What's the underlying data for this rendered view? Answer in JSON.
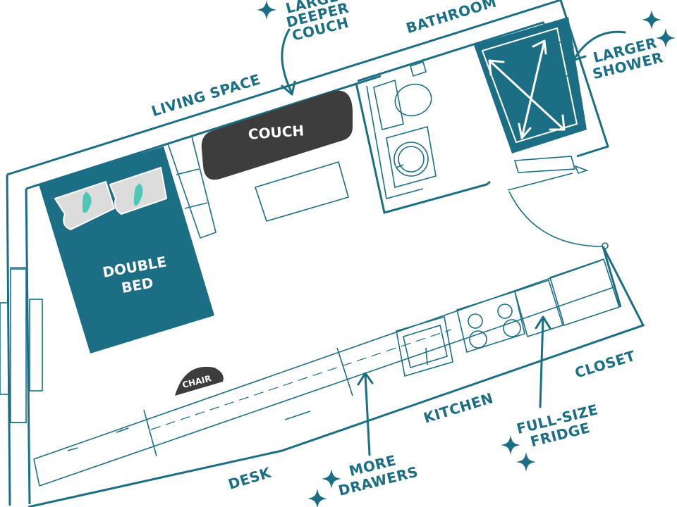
{
  "colors": {
    "teal": "#1c6e85",
    "dark_teal": "#17677d",
    "dark_gray": "#3d3d3d",
    "pillow": "#dcdcdc",
    "feather": "#4fc7b6"
  },
  "rooms": {
    "living_space": "LIVING SPACE",
    "bathroom": "BATHROOM",
    "kitchen": "KITCHEN",
    "closet": "CLOSET",
    "desk": "DESK"
  },
  "furniture": {
    "couch": "COUCH",
    "bed_line1": "DOUBLE",
    "bed_line2": "BED",
    "chair": "CHAIR"
  },
  "callouts": {
    "couch_line1": "LARGER",
    "couch_line2": "DEEPER",
    "couch_line3": "COUCH",
    "shower_line1": "LARGER",
    "shower_line2": "SHOWER",
    "drawers_line1": "MORE",
    "drawers_line2": "DRAWERS",
    "fridge_line1": "FULL-SIZE",
    "fridge_line2": "FRIDGE"
  },
  "icons": [
    "sparkle-icon",
    "pillow-icon",
    "feather-icon",
    "sink-icon",
    "toilet-icon",
    "stove-icon",
    "shower-arrows-icon"
  ]
}
